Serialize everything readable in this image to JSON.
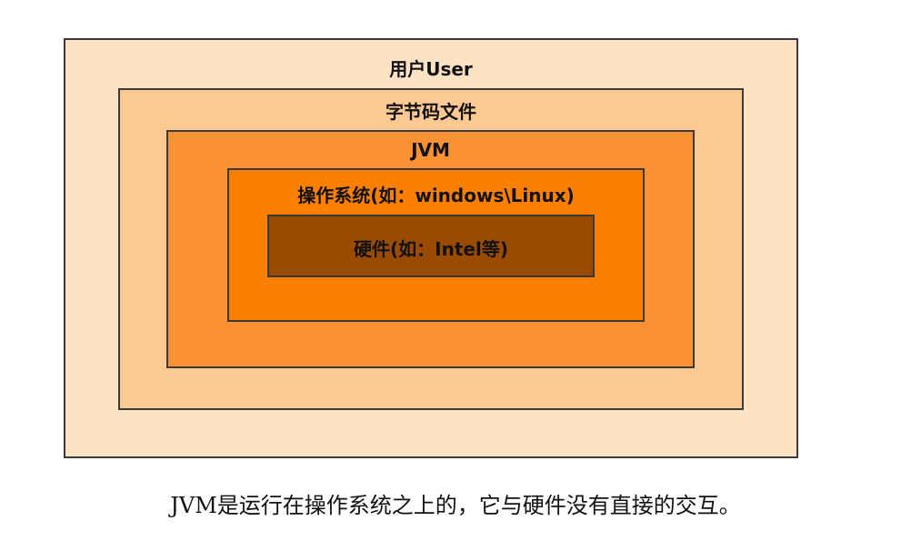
{
  "diagram": {
    "layers": [
      {
        "label": "用户User",
        "color": "#fde2c4"
      },
      {
        "label": "字节码文件",
        "color": "#fcc993"
      },
      {
        "label": "JVM",
        "color": "#fa9234"
      },
      {
        "label": "操作系统(如：windows\\Linux)",
        "color": "#fc8000"
      },
      {
        "label": "硬件(如：Intel等)",
        "color": "#9b4b00"
      }
    ]
  },
  "caption": "JVM是运行在操作系统之上的，它与硬件没有直接的交互。"
}
